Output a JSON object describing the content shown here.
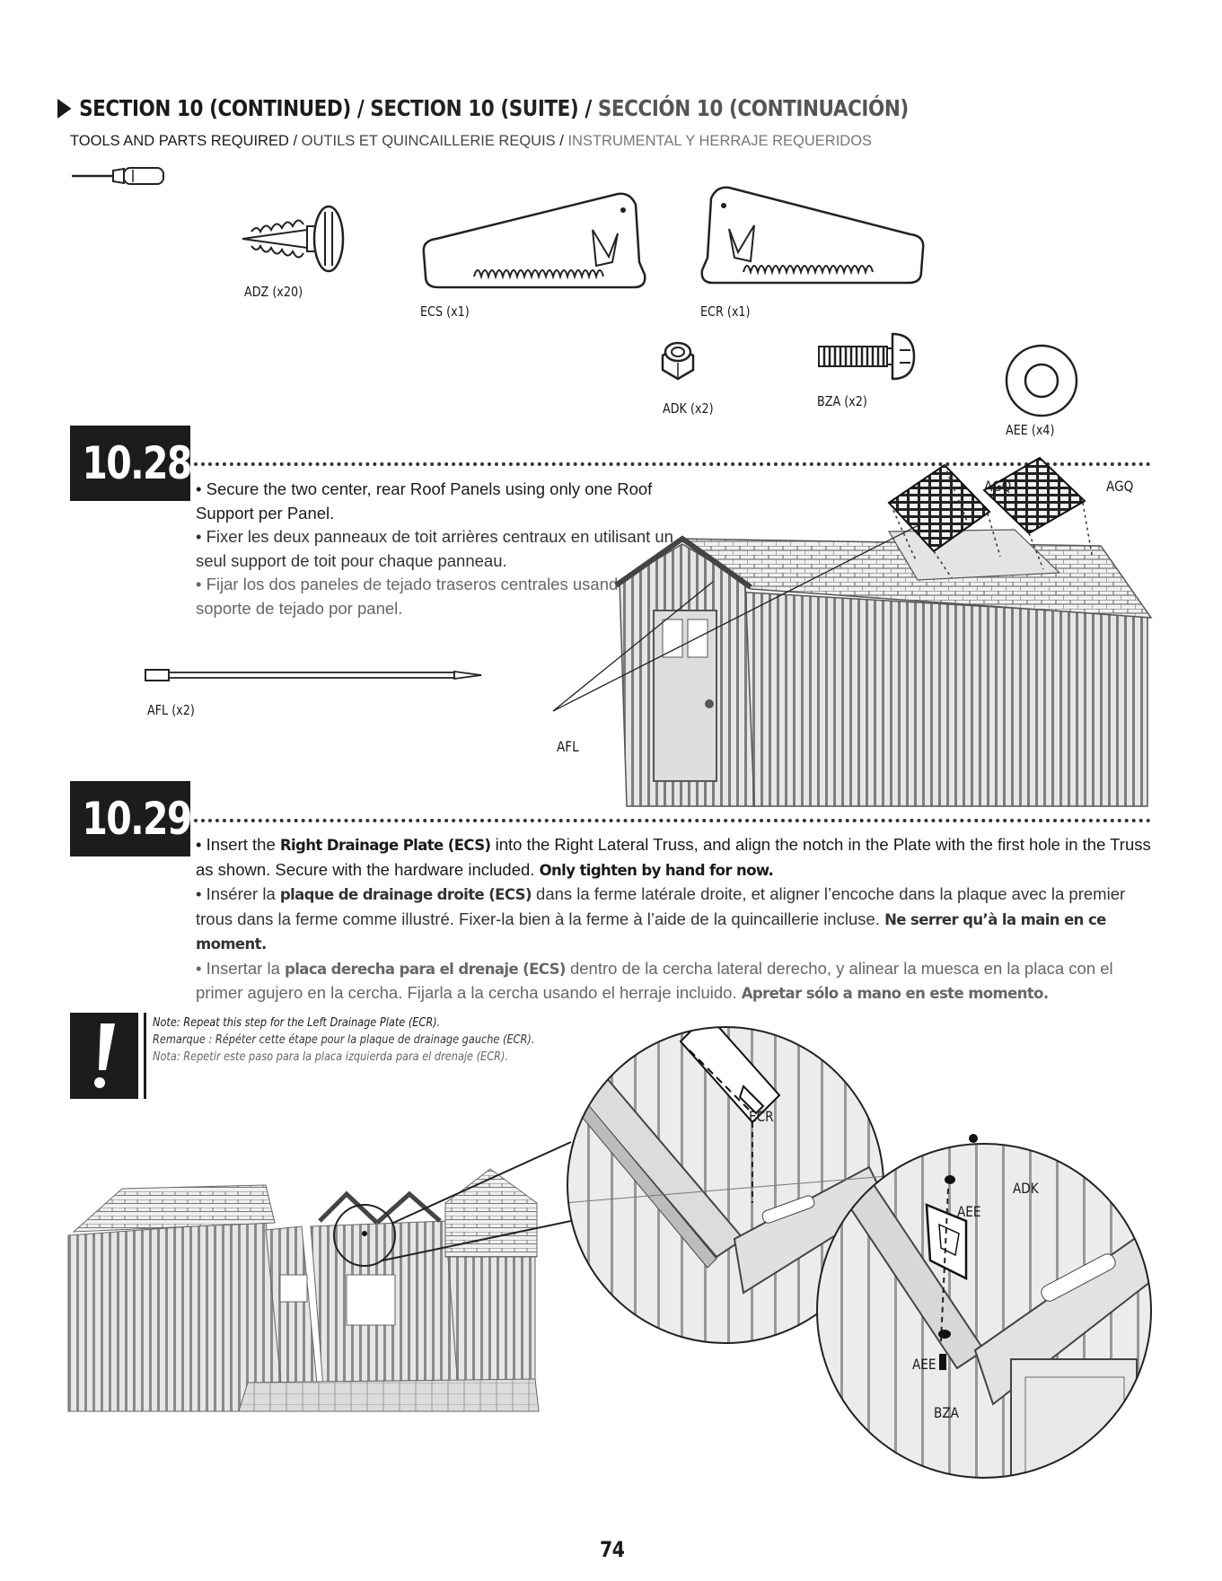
{
  "header": {
    "title_en": "SECTION 10 (CONTINUED)",
    "title_sep1": " / ",
    "title_fr": "SECTION 10 (SUITE)",
    "title_sep2": " / ",
    "title_es": "SECCIÓN 10 (CONTINUACIÓN)",
    "tools_en": "TOOLS AND PARTS REQUIRED",
    "tools_sep1": " / ",
    "tools_fr": "OUTILS ET QUINCAILLERIE REQUIS",
    "tools_sep2": " / ",
    "tools_es": "INSTRUMENTAL Y HERRAJE REQUERIDOS"
  },
  "parts": {
    "adz": "ADZ (x20)",
    "ecs": "ECS (x1)",
    "ecr": "ECR (x1)",
    "adk": "ADK (x2)",
    "bza": "BZA (x2)",
    "aee": "AEE (x4)",
    "afl": "AFL (x2)"
  },
  "step_1028": {
    "number": "10.28",
    "en": "• Secure the two center, rear Roof Panels using only one Roof Support per Panel.",
    "fr": "• Fixer les deux panneaux de toit arrières centraux en utilisant un seul support de toit pour chaque panneau.",
    "es": "• Fijar los dos paneles de tejado traseros centrales usando sólo un soporte de tejado por panel.",
    "callouts": {
      "agq_left": "AGQ",
      "agq_right": "AGQ",
      "afl": "AFL"
    }
  },
  "step_1029": {
    "number": "10.29",
    "en_a": "• Insert the ",
    "en_b": "Right Drainage Plate (ECS)",
    "en_c": " into the Right Lateral Truss, and align the notch in the Plate with the first hole in the Truss as shown. Secure with the hardware included. ",
    "en_d": "Only tighten by hand for now.",
    "fr_a": "• Insérer la ",
    "fr_b": "plaque de drainage droite (ECS)",
    "fr_c": " dans la ferme latérale droite, et aligner l’encoche dans la plaque avec la premier trous dans la ferme comme illustré. Fixer-la bien à la ferme à l’aide de la quincaillerie incluse. ",
    "fr_d": "Ne serrer qu’à la main en ce moment.",
    "es_a": "• Insertar la ",
    "es_b": "placa derecha para el drenaje (ECS)",
    "es_c": " dentro de la cercha lateral derecho, y alinear la muesca en la placa con el primer agujero en la cercha. Fijarla a la cercha usando el herraje incluido. ",
    "es_d": "Apretar sólo a mano en este momento.",
    "callouts": {
      "ecr": "ECR",
      "adk": "ADK",
      "aee_top": "AEE",
      "aee_bottom": "AEE",
      "bza": "BZA"
    }
  },
  "note": {
    "mark": "!",
    "en": "Note: Repeat this step for the Left Drainage Plate (ECR).",
    "fr": "Remarque : Répéter cette étape pour la plaque de drainage gauche (ECR).",
    "es": "Nota: Repetir este paso para la placa izquierda para el drenaje (ECR)."
  },
  "page_number": "74"
}
